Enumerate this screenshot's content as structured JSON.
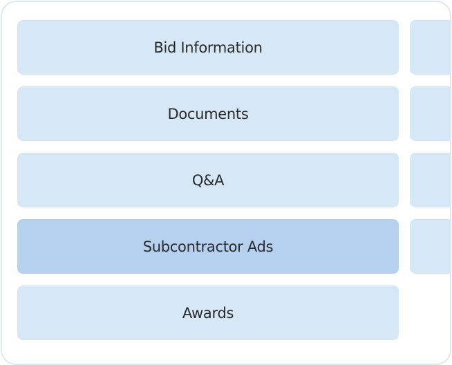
{
  "menu": {
    "items": [
      {
        "label": "Bid Information",
        "active": false
      },
      {
        "label": "Documents",
        "active": false
      },
      {
        "label": "Q&A",
        "active": false
      },
      {
        "label": "Subcontractor Ads",
        "active": true
      },
      {
        "label": "Awards",
        "active": false
      }
    ]
  },
  "colors": {
    "item_bg": "#d6e7f6",
    "item_active_bg": "#b6d0ef",
    "frame_border": "#dce8f3",
    "text": "#2a2a2a"
  }
}
